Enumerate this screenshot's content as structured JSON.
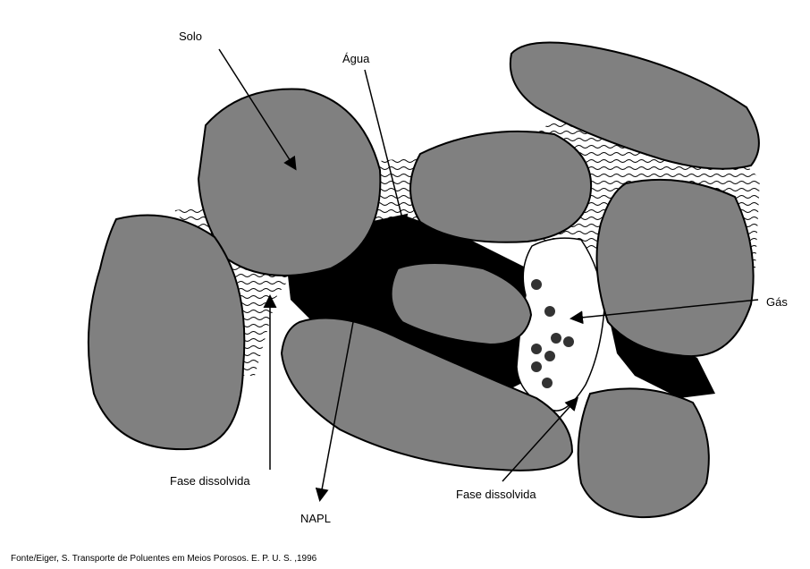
{
  "labels": {
    "soil": "Solo",
    "water": "Água",
    "gas": "Gás",
    "dissolved_left": "Fase dissolvida",
    "dissolved_right": "Fase dissolvida",
    "napl": "NAPL"
  },
  "source": "Fonte/Eiger, S. Transporte de Poluentes em Meios Porosos. E. P. U. S. ,1996",
  "colors": {
    "grain": "#808080",
    "napl": "#000000",
    "water_lines": "#000000",
    "gas": "#ffffff",
    "background": "#ffffff"
  }
}
